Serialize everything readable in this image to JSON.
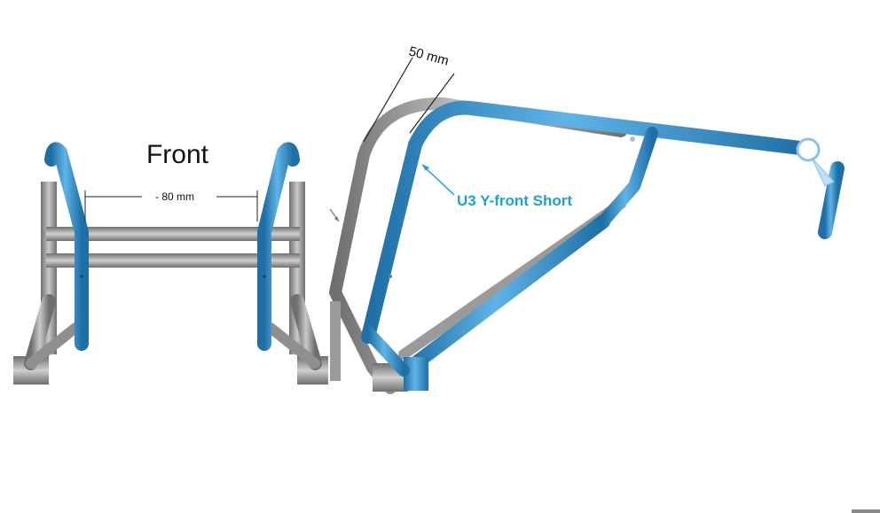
{
  "front_view": {
    "title": "Front",
    "dimension_label": "- 80 mm"
  },
  "side_view": {
    "dimension_label": "50 mm",
    "callout_label": "U3 Y-front Short"
  },
  "colors": {
    "accent_blue": "#3a93cf",
    "accent_blue_dark": "#1f6fa6",
    "tube_grey": "#9a9a9a",
    "tube_grey_dark": "#6f6f6f",
    "callout_text": "#1aa3d6",
    "line": "#222222"
  }
}
